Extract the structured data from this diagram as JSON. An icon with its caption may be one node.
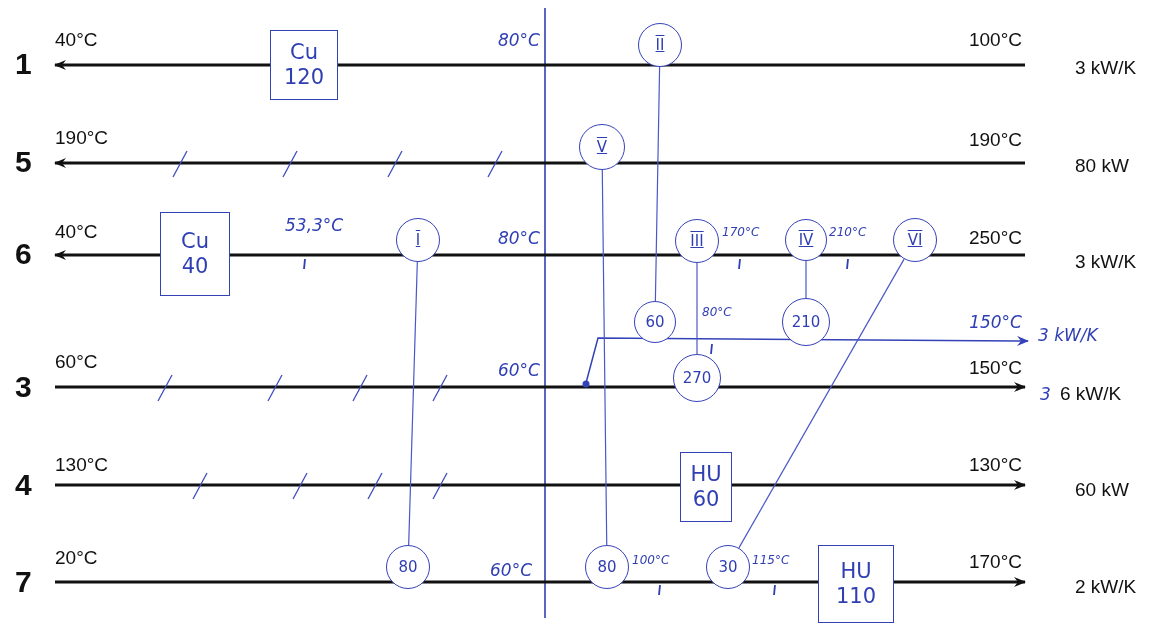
{
  "diagram": {
    "nodes": [
      {
        "text": [
          "Cu 120"
        ]
      },
      {
        "text": [
          "II"
        ]
      },
      {
        "text": [
          "V"
        ]
      },
      {
        "text": [
          "Cu 40"
        ]
      },
      {
        "text": [
          "I"
        ]
      },
      {
        "text": [
          "III"
        ]
      },
      {
        "text": [
          "IV"
        ]
      },
      {
        "text": [
          "VI"
        ]
      },
      {
        "text": [
          "60"
        ]
      },
      {
        "text": [
          "210"
        ]
      },
      {
        "text": [
          "270"
        ]
      },
      {
        "text": [
          "HU 60"
        ]
      },
      {
        "text": [
          "80"
        ]
      },
      {
        "text": [
          "80"
        ]
      },
      {
        "text": [
          "30"
        ]
      },
      {
        "text": [
          "HU 110"
        ]
      }
    ],
    "edges": [
      {
        "from": 4,
        "to": 12,
        "arrow": "none"
      },
      {
        "from": 1,
        "to": 8,
        "arrow": "none"
      },
      {
        "from": 2,
        "to": 13,
        "arrow": "none"
      },
      {
        "from": 5,
        "to": 10,
        "arrow": "none"
      },
      {
        "from": 6,
        "to": 9,
        "arrow": "none"
      },
      {
        "from": 7,
        "to": 14,
        "arrow": "none"
      }
    ],
    "labels": [
      "1",
      "40°C",
      "80°C",
      "100°C",
      "3 kW/K",
      "5",
      "190°C",
      "190°C",
      "80 kW",
      "6",
      "40°C",
      "53,3°C",
      "80°C",
      "170°C",
      "210°C",
      "250°C",
      "3 kW/K",
      "80°C",
      "150°C",
      "3 kW/K",
      "3",
      "60°C",
      "60°C",
      "150°C",
      "3",
      "6 kW/K",
      "4",
      "130°C",
      "130°C",
      "60 kW",
      "7",
      "20°C",
      "60°C",
      "100°C",
      "115°C",
      "170°C",
      "2 kW/K"
    ]
  }
}
